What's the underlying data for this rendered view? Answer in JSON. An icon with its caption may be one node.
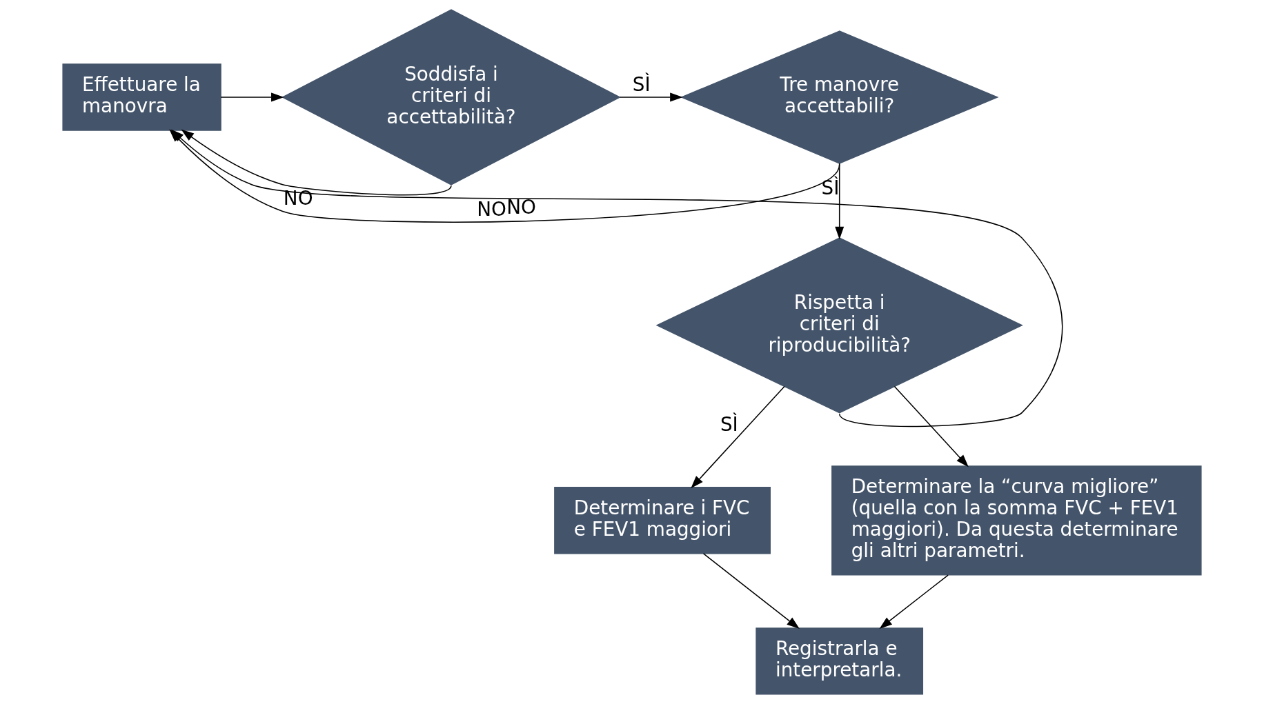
{
  "diagram": {
    "nodes": [
      {
        "text": [
          "Effettuare la manovra"
        ]
      },
      {
        "text": [
          "Soddisfa i criteri di accettabilità?"
        ]
      },
      {
        "text": [
          "Tre manovre accettabili?"
        ]
      },
      {
        "text": [
          "Rispetta i criteri di riproducibilità?"
        ]
      },
      {
        "text": [
          "Determinare i FVC e FEV1 maggiori"
        ]
      },
      {
        "text": [
          "Determinare la “curva migliore” (quella con la somma FVC + FEV1 maggiori). Da questa determinare gli altri parametri."
        ]
      },
      {
        "text": [
          "Registrarla e interpretarla."
        ]
      }
    ],
    "edges": [
      {
        "from": 0,
        "to": 1,
        "arrow": "to"
      },
      {
        "from": 1,
        "to": 2,
        "arrow": "to",
        "label": "SÌ"
      },
      {
        "from": 2,
        "to": 3,
        "arrow": "to",
        "label": "SÌ"
      },
      {
        "from": 1,
        "to": 0,
        "arrow": "to",
        "label": "NO"
      },
      {
        "from": 2,
        "to": 0,
        "arrow": "to",
        "label": "NO"
      },
      {
        "from": 3,
        "to": 0,
        "arrow": "to",
        "label": "NO"
      },
      {
        "from": 3,
        "to": 4,
        "arrow": "to",
        "label": "SÌ"
      },
      {
        "from": 3,
        "to": 5,
        "arrow": "to"
      },
      {
        "from": 4,
        "to": 6,
        "arrow": "to"
      },
      {
        "from": 5,
        "to": 6,
        "arrow": "to"
      }
    ]
  }
}
